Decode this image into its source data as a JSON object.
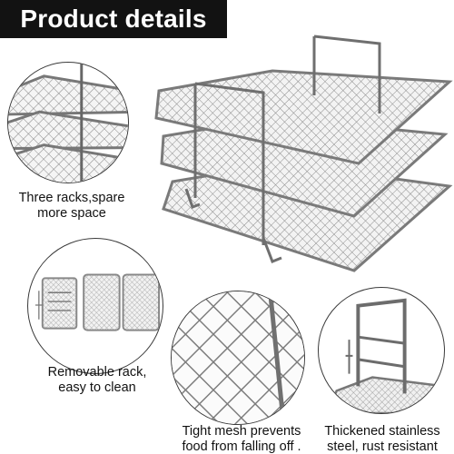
{
  "banner": {
    "title": "Product details"
  },
  "features": {
    "racks": {
      "line1": "Three racks,spare",
      "line2": "more space"
    },
    "remove": {
      "line1": "Removable rack,",
      "line2": "easy to clean"
    },
    "mesh": {
      "line1": "Tight mesh prevents",
      "line2": "food from falling off ."
    },
    "steel": {
      "line1": "Thickened stainless",
      "line2": "steel, rust resistant"
    }
  },
  "colors": {
    "banner_bg": "#121212",
    "banner_text": "#ffffff",
    "steel": "#9a9a9a",
    "steel_dark": "#6b6b6b"
  }
}
